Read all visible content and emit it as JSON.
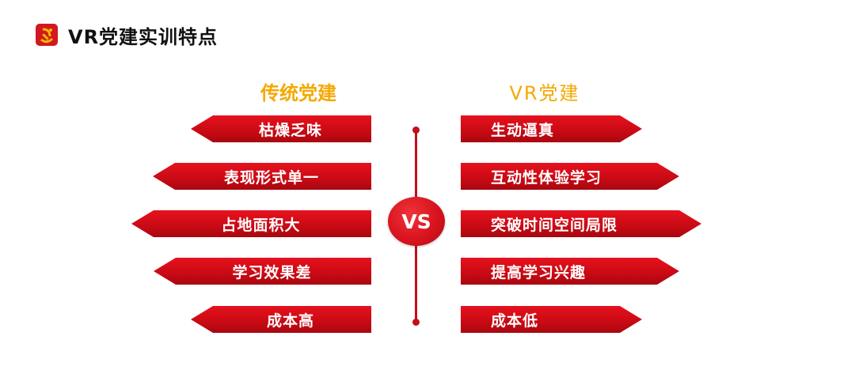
{
  "header": {
    "title": "VR党建实训特点"
  },
  "columns": {
    "left_title": "传统党建",
    "right_title": "VR党建"
  },
  "center": {
    "label": "VS"
  },
  "left_items": [
    "枯燥乏味",
    "表现形式单一",
    "占地面积大",
    "学习效果差",
    "成本高"
  ],
  "right_items": [
    "生动逼真",
    "互动性体验学习",
    "突破时间空间局限",
    "提高学习兴趣",
    "成本低"
  ],
  "colors": {
    "arrow_red": "#c80a14",
    "title_gold": "#f5a800",
    "emblem_gold": "#f2b700"
  },
  "icons": {
    "emblem": "party-emblem-icon"
  }
}
